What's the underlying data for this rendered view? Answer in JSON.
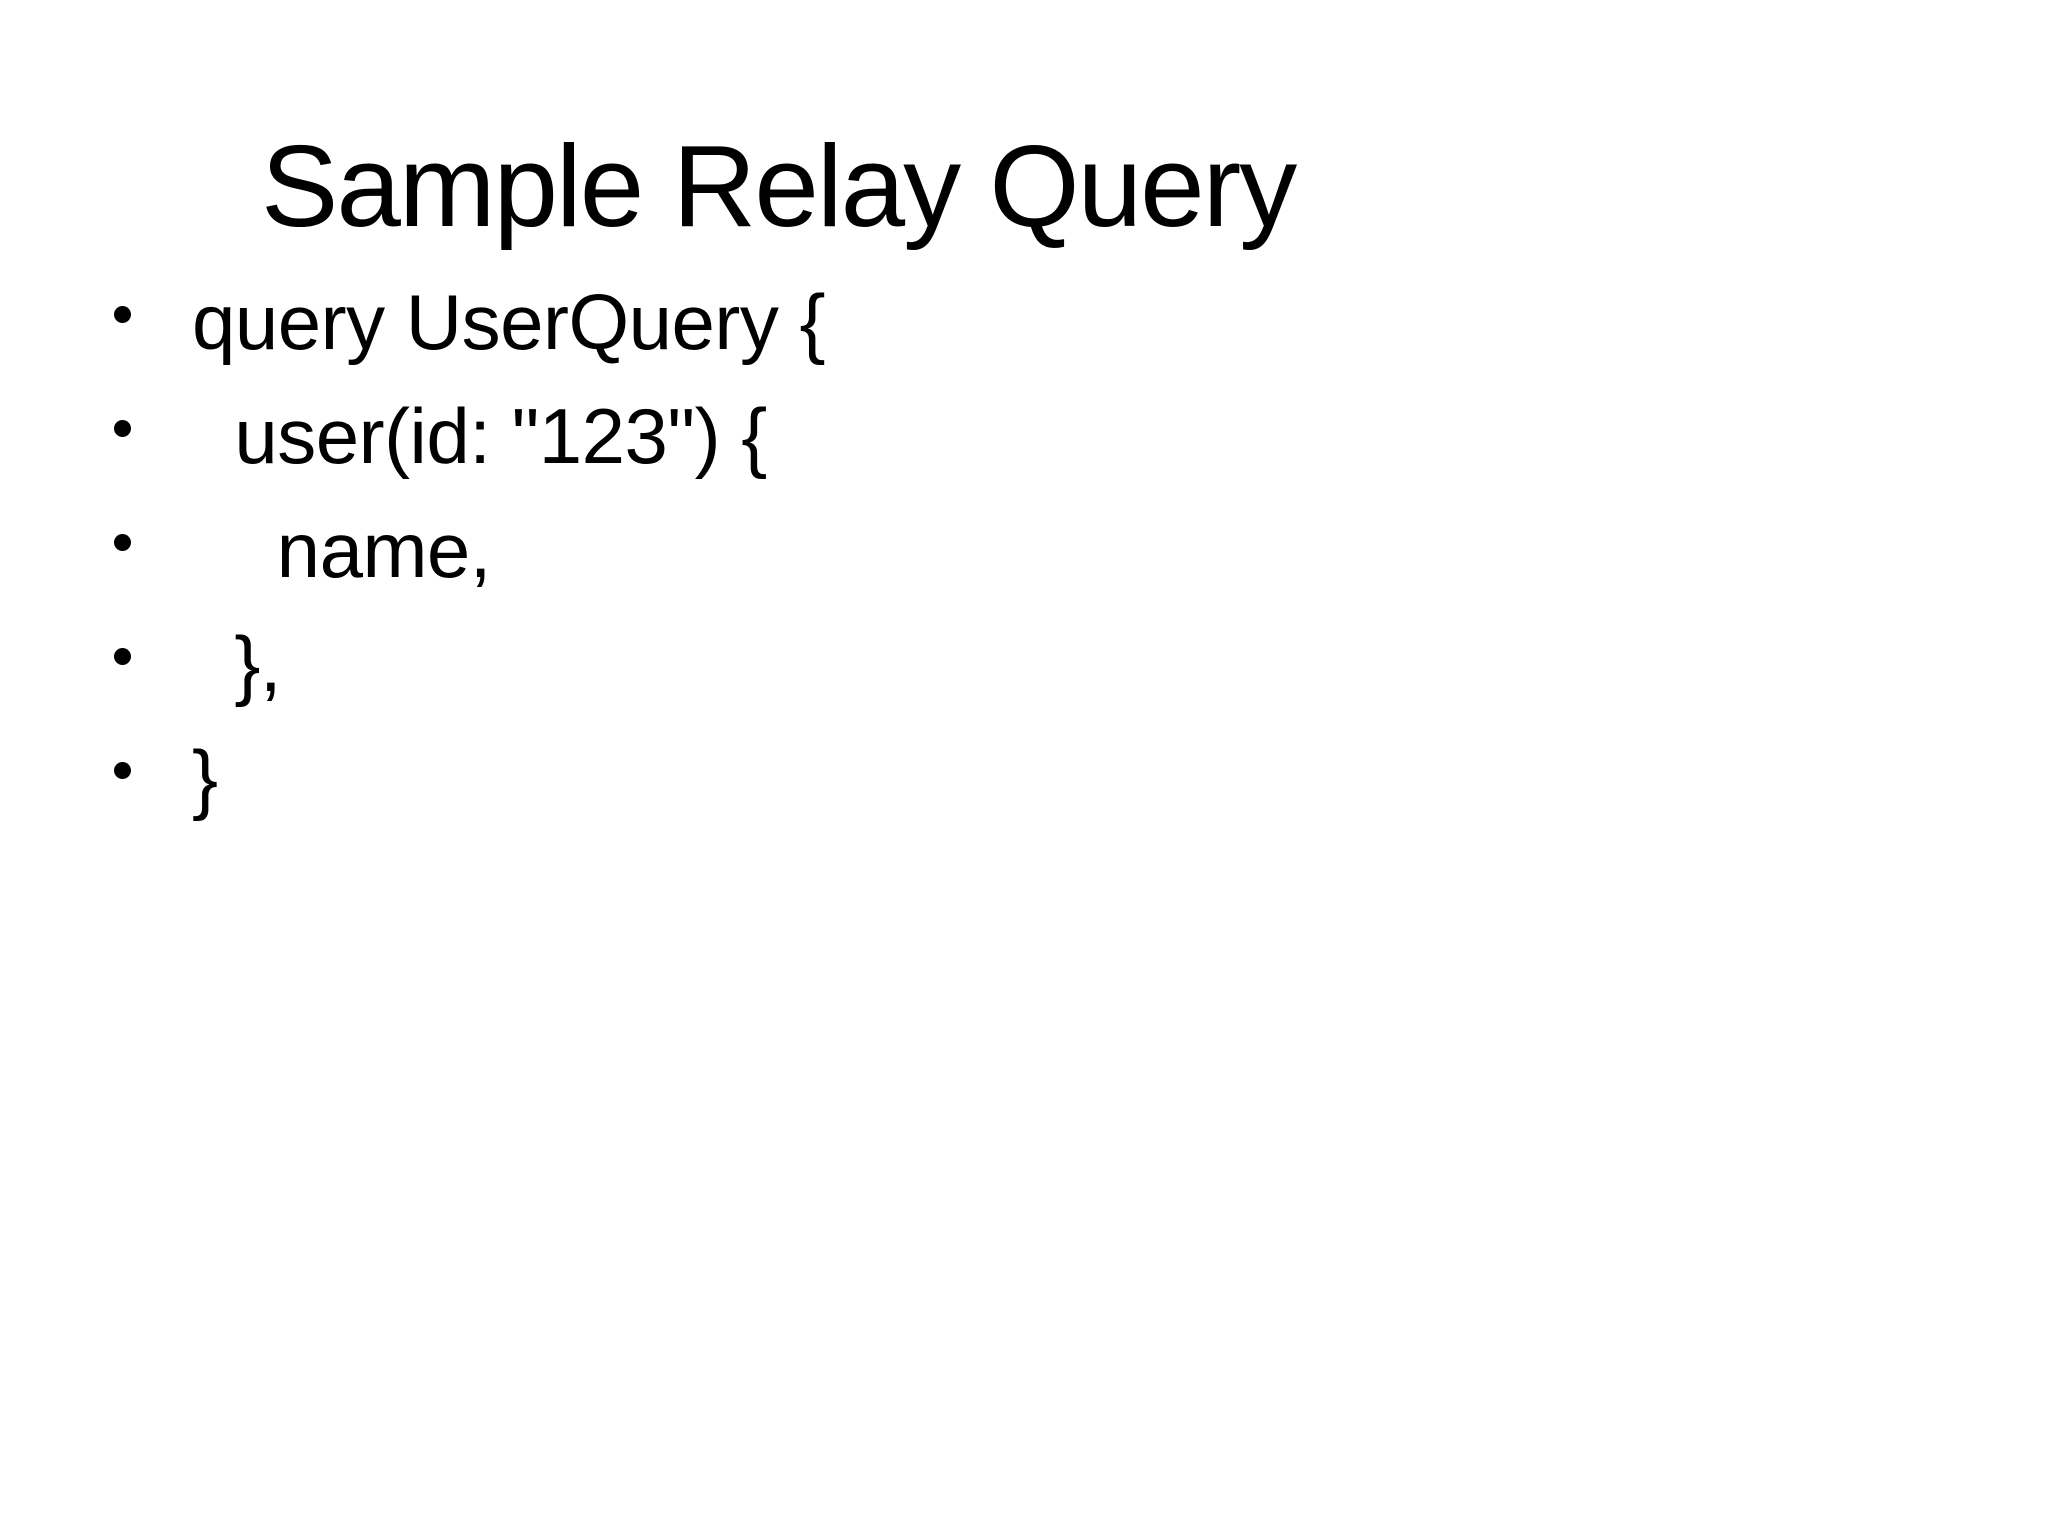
{
  "slide": {
    "title": "Sample Relay Query",
    "bullets": [
      "query UserQuery {",
      "  user(id: \"123\") {",
      "    name,",
      "  },",
      "}"
    ]
  },
  "colors": {
    "background": "#ffffff",
    "text": "#000000"
  }
}
